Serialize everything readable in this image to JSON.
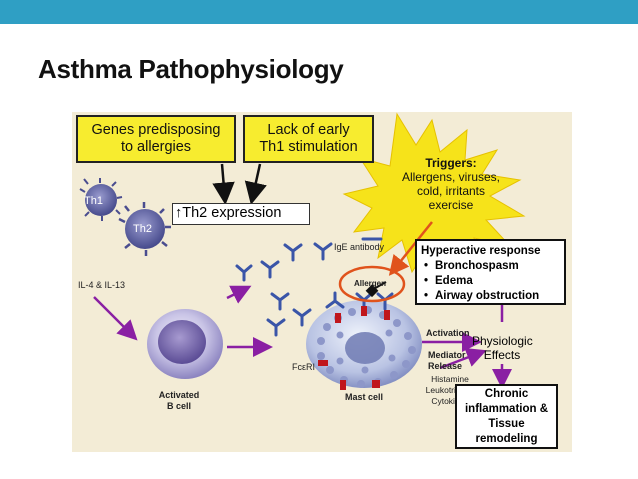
{
  "slide": {
    "title": "Asthma Pathophysiology",
    "accent_color": "#2f9fc4"
  },
  "diagram": {
    "genes_box": [
      "Genes predisposing",
      "to allergies"
    ],
    "lack_box": [
      "Lack of early",
      "Th1 stimulation"
    ],
    "th1_label": "Th1",
    "th2_label": "Th2",
    "th2_expression": "Th2 expression",
    "th2_expression_arrow": "↑",
    "il_label": "IL-4 & IL-13",
    "ige_label": "IgE antibody",
    "triggers": {
      "heading": "Triggers:",
      "lines": [
        "Allergens, viruses,",
        "cold, irritants",
        "exercise"
      ]
    },
    "hyperactive": {
      "heading": "Hyperactive response",
      "items": [
        "Bronchospasm",
        "Edema",
        "Airway obstruction"
      ]
    },
    "allergen_label": "Allergen",
    "activation_label": "Activation",
    "physiologic_effects": [
      "Physiologic",
      "Effects"
    ],
    "mediator_release": [
      "Mediator",
      "Release"
    ],
    "mediators": [
      "Histamine",
      "Leukotrienes",
      "Cytokines"
    ],
    "fceri_label": "FcεRI",
    "mast_cell_label": "Mast cell",
    "activated_b_cell": [
      "Activated",
      "B cell"
    ],
    "chronic_box": [
      "Chronic",
      "inflammation &",
      "Tissue",
      "remodeling"
    ]
  }
}
